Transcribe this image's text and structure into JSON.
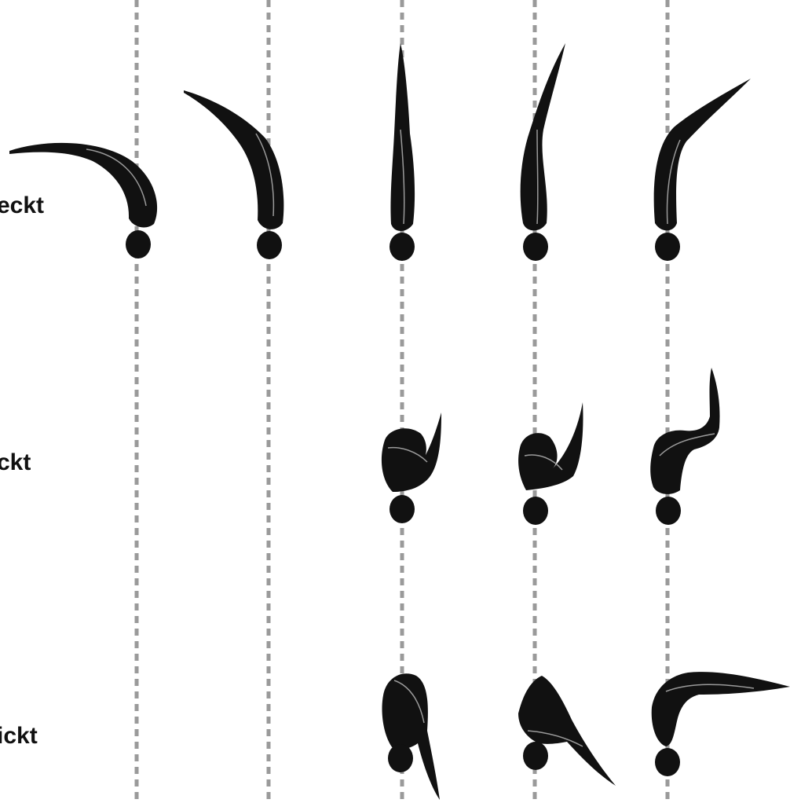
{
  "rows": [
    {
      "label": "eckt"
    },
    {
      "label": "ckt"
    },
    {
      "label": "ickt"
    }
  ],
  "colors": {
    "figure": "#111111",
    "outline": "#9a9a9a",
    "guide": "#9a9a9a",
    "background": "#ffffff"
  },
  "icons": [
    "diver-figure-icon",
    "guide-line"
  ]
}
